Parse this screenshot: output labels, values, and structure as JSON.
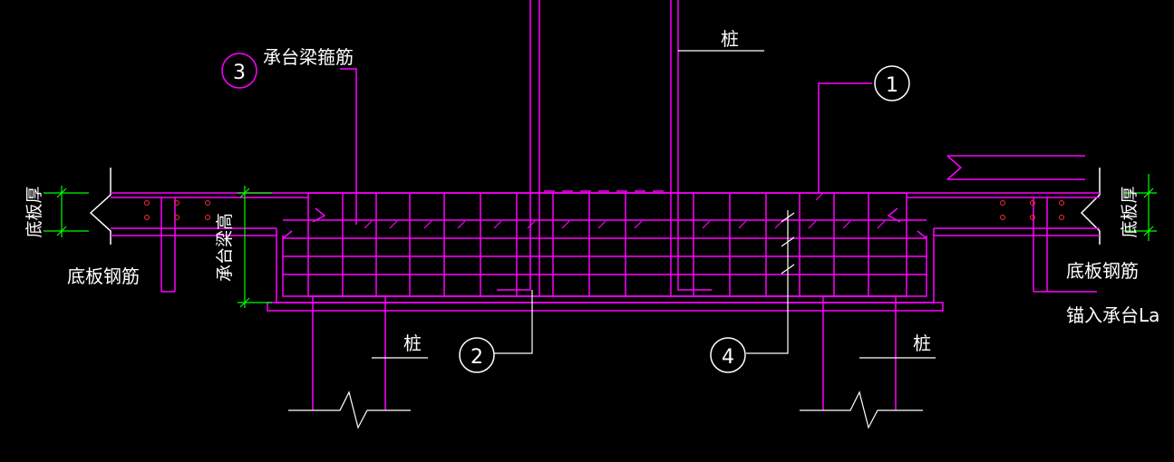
{
  "labels": {
    "pile": "桩",
    "stirrup": "承台梁箍筋",
    "slab_thickness": "底板厚",
    "slab_rebar": "底板钢筋",
    "cap_beam_height": "承台梁高",
    "anchor": "锚入承台La"
  },
  "callouts": {
    "c1": "1",
    "c2": "2",
    "c3": "3",
    "c4": "4"
  },
  "colors": {
    "background": "#000000",
    "rebar": "#ff00ff",
    "dimension": "#00ff00",
    "text": "#ffffff",
    "dots": "#ff2a2a"
  }
}
